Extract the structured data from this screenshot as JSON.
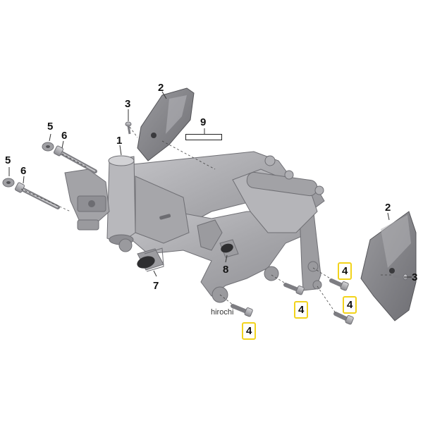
{
  "diagram": {
    "colors": {
      "frame": "#a9a9ad",
      "frame_dark": "#7d7d82",
      "frame_light": "#c9c9cc",
      "cover": "#8a8a8e",
      "leader": "#333333",
      "highlight": "#f2d31b"
    },
    "callouts": {
      "c1": "1",
      "c2a": "2",
      "c2b": "2",
      "c3a": "3",
      "c3b": "3",
      "c4a": "4",
      "c4b": "4",
      "c4c": "4",
      "c4d": "4",
      "c5a": "5",
      "c5b": "5",
      "c6a": "6",
      "c6b": "6",
      "c7": "7",
      "c8": "8",
      "c9": "9"
    },
    "watermark": "hirochi"
  }
}
